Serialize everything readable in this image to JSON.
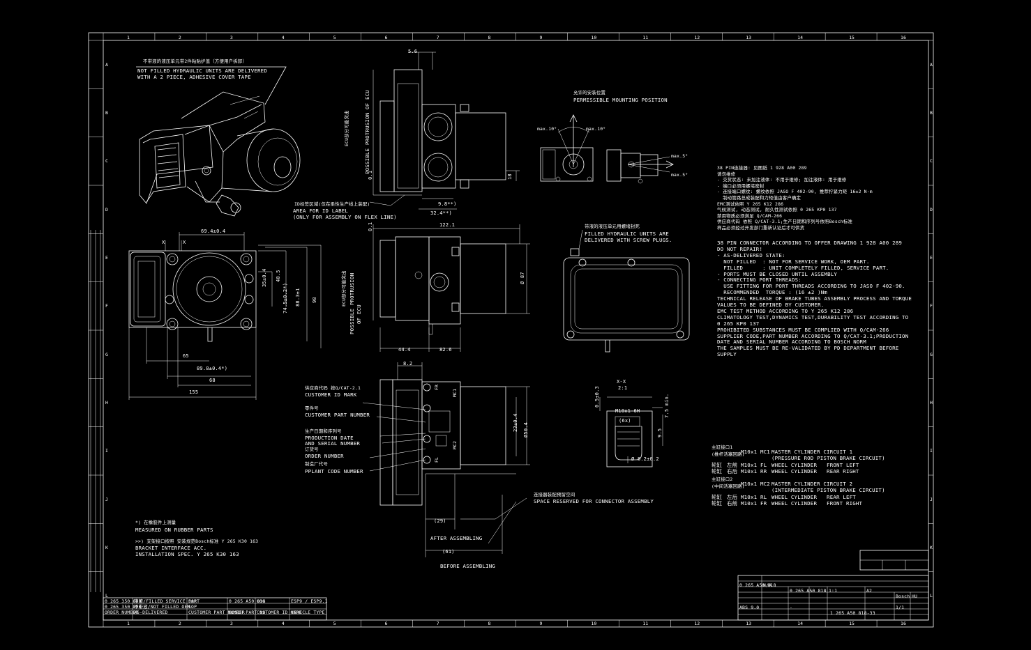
{
  "colors": {
    "background": "#000000",
    "lines": "#ffffff"
  },
  "grid": {
    "columns": [
      "1",
      "2",
      "3",
      "4",
      "5",
      "6",
      "7",
      "8",
      "9",
      "10",
      "11",
      "12",
      "13",
      "14",
      "15",
      "16"
    ],
    "rows": [
      "A",
      "B",
      "C",
      "D",
      "E",
      "F",
      "G",
      "H",
      "I",
      "J",
      "K",
      "L"
    ]
  },
  "iso_view": {
    "note_cn": "不带液的液压单元带2件粘贴护盖（方便用户拆卸）",
    "note_line1": "NOT FILLED HYDRAULIC UNITS ARE DELIVERED",
    "note_line2": "WITH A 2 PIECE, ADHESIVE COVER TAPE"
  },
  "side_view_top": {
    "dim_top": "5.6",
    "protrusion_cn": "ECU部分可能突出",
    "protrusion_label": "POSSIBLE PROTRUSION OF ECU",
    "dim_left": "0.1",
    "dim_right": "18",
    "dim_bottom1": "9.8**)",
    "dim_bottom2": "32.4**)",
    "id_label_cn": "ID标签区域(仅在柔性生产线上装配)",
    "id_label_line1": "AREA FOR ID LABEL",
    "id_label_line2": "(ONLY FOR ASSEMBLY ON FLEX LINE)"
  },
  "mounting": {
    "title_cn": "允许的安装位置",
    "title": "PERMISSIBLE MOUNTING POSITION",
    "max_left": "max.10°",
    "max_right": "max.10°",
    "max_up": "max.5°",
    "max_down": "max.5°"
  },
  "front_view": {
    "dim_top": "69.4±0.4",
    "x1": "X",
    "x2": "X",
    "dim_v1": "35±0.4",
    "dim_v2": "40.5",
    "dim_v3": "74.5±0.2*)",
    "dim_v4": "88.3±1",
    "dim_v5": "98",
    "dim_h1": "65",
    "dim_h2": "89.8±0.4*)",
    "dim_h3": "68",
    "dim_h4": "155"
  },
  "side_view_mid": {
    "dim_top": "122.1",
    "dim_left": "0.1",
    "dia": "Ø 87",
    "protrusion_cn": "ECU部分可能突出",
    "protrusion_label1": "POSSIBLE PROTRUSION",
    "protrusion_label2": "OF ECU",
    "dim_b1": "44.4",
    "dim_b2": "82.6"
  },
  "filled_view": {
    "note_cn": "带液的液压单元用螺堵封死",
    "note_line1": "FILLED HYDRAULIC UNITS ARE",
    "note_line2": "DELIVERED WITH SCREW PLUGS."
  },
  "notes_right": {
    "cn_lines": [
      "38 PIN连接器: 见图纸 1 928 A00 289",
      "请勿维修",
      "- 交货状态: 未加注液体: 不用于维修; 加注液体: 用于维修",
      "- 端口必须用螺堵密封",
      "- 连接端口螺纹: 螺纹依照 JASO F 402-90, 推荐拧紧力矩 16±2 N·m",
      "  制动管路总成装配和力矩值由客户确定",
      "EMC测试依照 Y 265 K12 286",
      "气候测试, 动态测试, 耐久性测试依照 0 265 KP0 137",
      "禁用物质必须满足 Q/CAM-266",
      "供应商代码 依照 Q/CAT-3.1;生产日期和序列号依照Bosch标准",
      "样品必须经过开发部门重新认证后才可供货"
    ],
    "en_lines": [
      "38 PIN CONNECTOR ACCORDING TO OFFER DRAWING 1 928 A00 289",
      "DO NOT REPAIR!",
      "- AS-DELIVERED STATE:",
      "  NOT FILLED  : NOT FOR SERVICE WORK, OEM PART.",
      "  FILLED      : UNIT COMPLETELY FILLED, SERVICE PART.",
      "- PORTS MUST BE CLOSED UNTIL ASSEMBLY",
      "- CONNECTING PORT THREADS:",
      "  USE FITTING FOR PORT THREADS ACCORDING TO JASO F 402-90.",
      "  RECOMMENDED  TORQUE : (16 ±2 )Nm",
      "TECHNICAL RELEASE OF BRAKE TUBES ASSEMBLY PROCESS AND TORQUE",
      "VALUES TO BE DEFINED BY CUSTOMER.",
      "EMC TEST METHOD ACCORDING TO Y 265 K12 286",
      "CLIMATOLOGY TEST,DYNAMICS TEST,DURABILITY TEST ACCORDING TO",
      "0 265 KP0 137",
      "PROHIBITED SUBSTANCES MUST BE COMPLIED WITH Q/CAM-266",
      "SUPPLIER CODE,PART NUMBER ACCORDING TO Q/CAT-3.1;PRODUCTION",
      "DATE AND SERIAL NUMBER ACCORDING TO BOSCH NORM",
      "THE SAMPLES MUST BE RE-VALIDATED BY PD DEPARTMENT BEFORE",
      "SUPPLY"
    ]
  },
  "bottom_view": {
    "dim_top": "8.2",
    "label_cn1": "供应商代码 按Q/CAT-2.1",
    "label1": "CUSTOMER ID MARK",
    "label_cn2": "零件号",
    "label2": "CUSTOMER PART NUMBER",
    "label_cn3": "生产日期和序列号",
    "label3a": "PRODUCTION DATE",
    "label3b": "AND SERIAL NUMBER",
    "label_cn4": "订货号",
    "label4": "ORDER NUMBER",
    "label_cn5": "制造厂代号",
    "label5": "PPLANT CODE NUMBER",
    "port_fr": "FR",
    "port_mc1": "MC1",
    "port_mc2": "MC2",
    "port_fl": "FL",
    "dim_v1": "23±0.4",
    "dim_v2": "Ø50.4",
    "reserved_cn": "连接器装配预留空间",
    "reserved": "SPACE RESERVED FOR CONNECTOR ASSEMBLY",
    "dim_29": "(29)",
    "after": "AFTER ASSEMBLING",
    "dim_61": "(61)",
    "before": "BEFORE ASSEMBLING"
  },
  "section": {
    "title": "X-X",
    "scale": "2:1",
    "dim_a": "0.5±0.3",
    "thread": "M10x1-6H",
    "dim_6x": "(6x)",
    "dim_75": "7.5 min.",
    "dim_95": "9.5",
    "dia": "Ø 8.2±0.2"
  },
  "ports_table": {
    "group1_cn": "主缸接口1",
    "group1_cn2": "(推杆活塞回路)",
    "group2_cn": "主缸接口2",
    "group2_cn2": "(中间活塞回路)",
    "rows": [
      {
        "cn": "",
        "side": "",
        "thread": "M10x1",
        "code": "MC1",
        "desc": "MASTER CYLINDER CIRCUIT 1"
      },
      {
        "cn": "",
        "side": "",
        "thread": "",
        "code": "",
        "desc": "(PRESSURE ROD PISTON BRAKE CIRCUIT)"
      },
      {
        "cn": "轮缸",
        "side": "左前",
        "thread": "M10x1",
        "code": "FL",
        "desc": "WHEEL CYLINDER   FRONT LEFT"
      },
      {
        "cn": "轮缸",
        "side": "右后",
        "thread": "M10x1",
        "code": "RR",
        "desc": "WHEEL CYLINDER   REAR RIGHT"
      },
      {
        "cn": "",
        "side": "",
        "thread": "M10x1",
        "code": "MC2",
        "desc": "MASTER CYLINDER CIRCUIT 2"
      },
      {
        "cn": "",
        "side": "",
        "thread": "",
        "code": "",
        "desc": "(INTERMEDIATE PISTON BRAKE CIRCUIT)"
      },
      {
        "cn": "轮缸",
        "side": "左后",
        "thread": "M10x1",
        "code": "RL",
        "desc": "WHEEL CYLINDER   REAR LEFT"
      },
      {
        "cn": "轮缸",
        "side": "右前",
        "thread": "M10x1",
        "code": "FR",
        "desc": "WHEEL CYLINDER   FRONT RIGHT"
      }
    ]
  },
  "footnotes": {
    "f1_cn": "*) 在橡胶件上测量",
    "f1": "MEASURED ON RUBBER PARTS",
    "f2_cn": ">>) 支架接口按照 安装规范Bosch标准 Y 265 K30 163",
    "f2a": "BRACKET INTERFACE ACC.",
    "f2b": "INSTALLATION SPEC. Y 265 K30 163"
  },
  "title_block": {
    "drawing_no": "1 265 A50 818-33",
    "cells": [
      "0 265 A50 818",
      "N/A",
      "0 265 A50 818",
      "-",
      "1:1",
      "A2",
      "Bosch",
      "HU",
      "ABS 9.0",
      "-",
      "1/1"
    ]
  },
  "bottom_left_block": {
    "row1": [
      "0 265 350 800",
      "带液/FILLED SERVICE PART",
      "SOP",
      "0 265 A50 818",
      "U0G",
      "ESP9 / ESP9.1"
    ],
    "row2": [
      "0 265 350 800",
      "不带液/NOT FILLED OEM",
      "SOP",
      "",
      "",
      ""
    ],
    "row3": [
      "ORDER NUMBER",
      "AS-DELIVERED",
      "CUSTOMER PART NUMBER",
      "BOSCH PART NO",
      "CUSTOMER ID MARK",
      "VEHICLE TYPE"
    ]
  }
}
